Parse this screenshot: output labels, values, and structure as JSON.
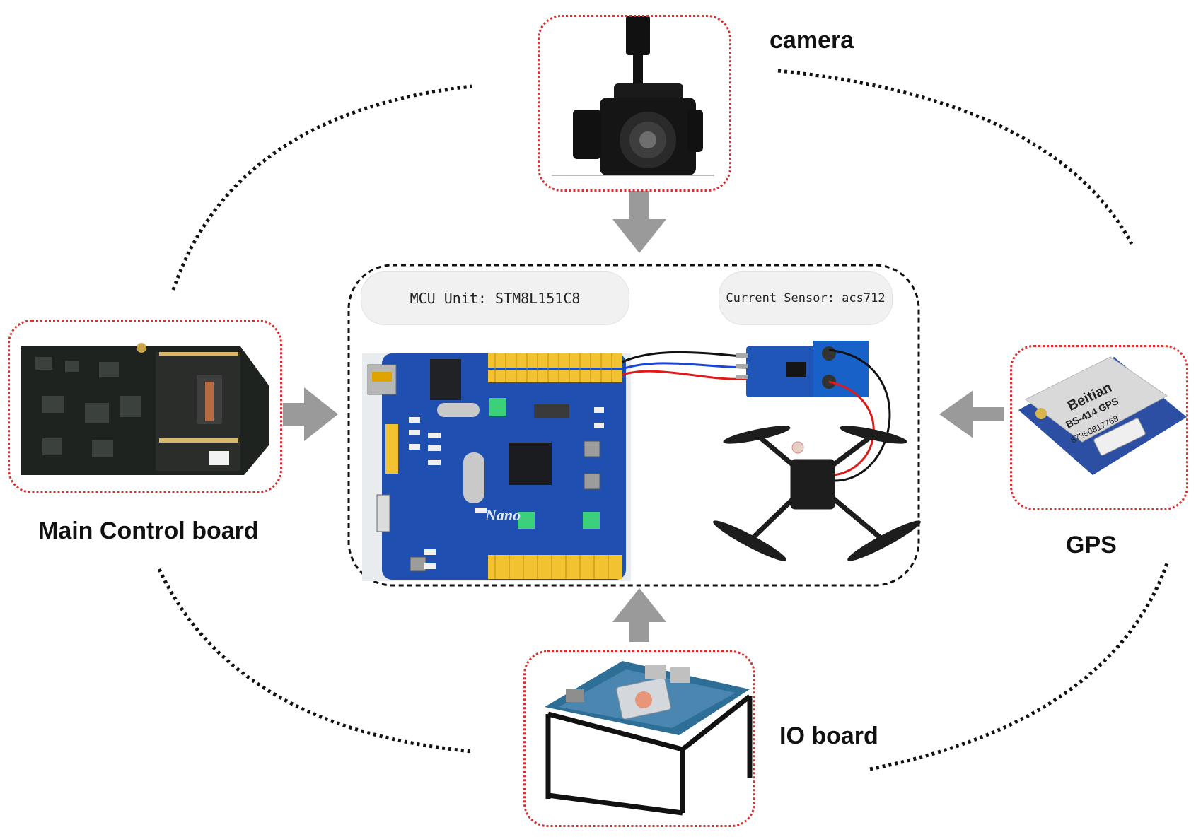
{
  "labels": {
    "camera": "camera",
    "main_control": "Main Control board",
    "gps": "GPS",
    "io_board": "IO board"
  },
  "center": {
    "mcu_unit": "MCU Unit: STM8L151C8",
    "current_sensor": "Current Sensor: acs712",
    "board_marking": "Nano"
  },
  "gps_module": {
    "brand": "Beitian",
    "model": "BS-414 GPS",
    "serial": "67350817768"
  },
  "colors": {
    "module_border": "#d93030",
    "arrow": "#9a9a9a",
    "center_border": "#111111",
    "pcb_blue": "#1f4fb0",
    "header_yellow": "#f2c230"
  }
}
